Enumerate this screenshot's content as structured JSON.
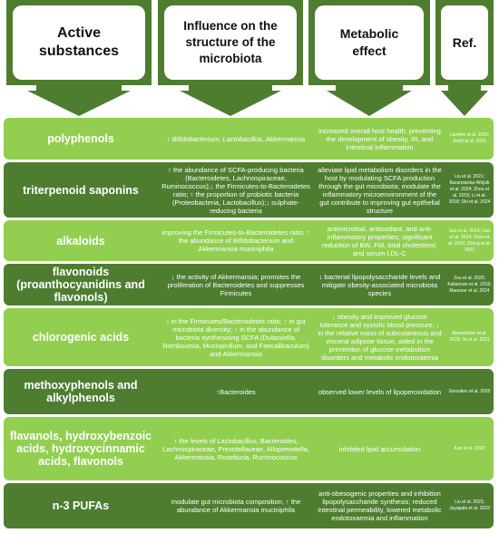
{
  "header": {
    "active": [
      "Active",
      "substances"
    ],
    "influence": [
      "Influence on the",
      "structure  of  the",
      "microbiota"
    ],
    "metabolic": [
      "Metabolic",
      "effect"
    ],
    "ref": [
      "Ref."
    ]
  },
  "colors": {
    "arrow_light": "#92cf50",
    "arrow_dark": "#4e7d30",
    "row_light": "#92cf50",
    "row_dark": "#4e7d30"
  },
  "rows": [
    {
      "substance": "polyphenols",
      "influence": "↑ Bifidobacterium, Lactobacillus, Akkermansia",
      "metabolic": "increased overall host health; preventing the development of obesity, IR, and intestinal inflammation",
      "ref": "Lavefve et al. 2020; Anhê et al. 2015"
    },
    {
      "substance": "triterpenoid saponins",
      "influence": "↑ the abundance of SCFA-producing bacteria (Bacteroidetes, Lachnospiraceae, Ruminococcus);↓ the Firmicutes-to-Bacteroidetes ratio; ↑ the proportion of probiotic bacteria (Proteobacteria, Lactobacillus);↓ sulphate-reducing bacteria",
      "metabolic": "alleviate lipid metabolism disorders in the host by modulating SCFA production through the gut microbiota; modulate the inflammatory microenvironment of the gut contribute to improving gut epithelial structure",
      "ref": "Liu et al. 2021; Baranowska-Wójcik et al. 2024; Zhou et al. 2019; Li et al. 2018; Shi et al. 2024"
    },
    {
      "substance": "alkaloids",
      "influence": "improving the Firmicutes-to-Bacteroidetes ratio; ↑ the abundance of Bifidobacterium and Akkermansia muciniphila",
      "metabolic": "antimicrobial, antioxidant, and anti-inflammatory properties; significant reduction of BW, FM, total cholesterol, and serum LDL-C",
      "ref": "Sun et al. 2014; Cao et al. 2024; Chen et al. 2016; Zhong et al. 2022"
    },
    {
      "substance": "flavonoids (proanthocyanidins and flavonols)",
      "influence": "↓ the activity of Akkermansia; promotes the proliferation of Bacteroidetes and suppresses Firmicutes",
      "metabolic": "↓ bacterial lipopolysaccharide levels and mitigate obesity-associated microbiota species",
      "ref": "Zou et al. 2025; Kaliannan et al. 2016; Mansour et al. 2024"
    },
    {
      "substance": "chlorogenic acids",
      "influence": "↓ in the Firmicutes/Bacteroidetes ratio; ↑ in gut microbiota diversity; ↑ in the abundance of bacteria synthesising SCFA (Dubosiella, Romboutsia, Mucispirillum, and Faecalibaculum) and Akkermansia",
      "metabolic": "↓ obesity and improved glucose tolerance and systolic blood pressure; ↓ in the relative mass of subcutaneous and visceral adipose tissue, aided in the prevention of glucose metabolism disorders and metabolic endotoxaemia",
      "ref": "Bhandarkar et al. 2020; Ye et al. 2021"
    },
    {
      "substance": "methoxyphenols and alkylphenols",
      "influence": "↑Bacteroides",
      "metabolic": "observed lower levels of lipoperoxidation",
      "ref": "González et al. 2020"
    },
    {
      "substance": "flavanols, hydroxybenzoic acids, hydroxycinnamic acids, flavonols",
      "influence": "↑ the levels of Lactobacillus, Bacteroides, Lachnospiraceae, Prevotellaceae, Alloprevotella, Akkermansia, Roseburia, Ruminococcus",
      "metabolic": "inhibited lipid accumulation",
      "ref": "Kan et al. 2020"
    },
    {
      "substance": "n-3 PUFAs",
      "influence": "modulate gut microbiota composition, ↑ the abundance of Akkermansia muciniphila",
      "metabolic": "anti-obesogenic properties and inhibition lipopolysaccharide synthesis; reduced intestinal permeability, lowered metabolic endotoxaemia and inflammation",
      "ref": "Liu et al. 2023; Jayapala et al. 2023"
    }
  ]
}
